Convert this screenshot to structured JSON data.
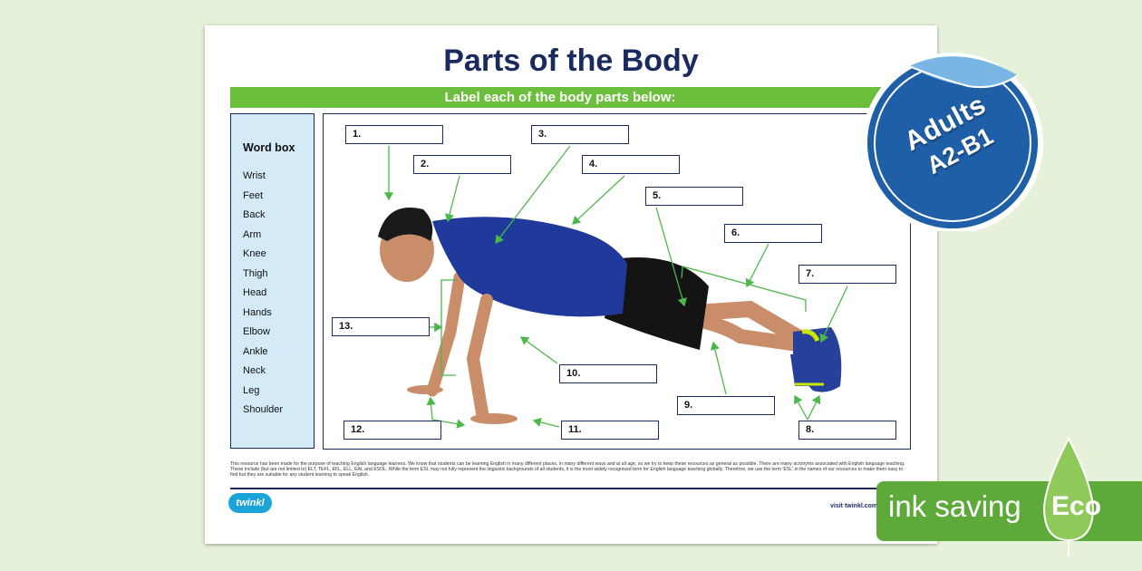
{
  "worksheet": {
    "title": "Parts of the Body",
    "instruction": "Label each of the body parts below:",
    "word_box": {
      "heading": "Word box",
      "words": [
        "Wrist",
        "Feet",
        "Back",
        "Arm",
        "Knee",
        "Thigh",
        "Head",
        "Hands",
        "Elbow",
        "Ankle",
        "Neck",
        "Leg",
        "Shoulder"
      ]
    },
    "labels": [
      "1.",
      "2.",
      "3.",
      "4.",
      "5.",
      "6.",
      "7.",
      "8.",
      "9.",
      "10.",
      "11.",
      "12.",
      "13."
    ],
    "disclaimer": "This resource has been made for the purpose of teaching English language learners. We know that students can be learning English in many different places, in many different ways and at all age, so we try to keep these resources as general as possible. There are many acronyms associated with English language teaching. These include (but are not limited to) ELT, TEFL, EFL, ELL, EAL and ESOL. While the term ESL may not fully represent the linguistic backgrounds of all students, it is the most widely recognised term for English language teaching globally. Therefore, we use the term 'ESL' in the names of our resources to make them easy to find but they are suitable for any student learning to speak English.",
    "logo": "twinkl",
    "visit": "visit twinkl.com"
  },
  "badge": {
    "line1": "Adults",
    "line2": "A2-B1",
    "color": "#1f5fa8"
  },
  "eco": {
    "text": "ink saving",
    "word": "Eco",
    "color": "#5daa3a"
  },
  "colors": {
    "navy": "#1b2a5e",
    "green": "#6cbf3c",
    "wordbox_bg": "#d4eaf6",
    "arrow": "#4cb84a"
  }
}
